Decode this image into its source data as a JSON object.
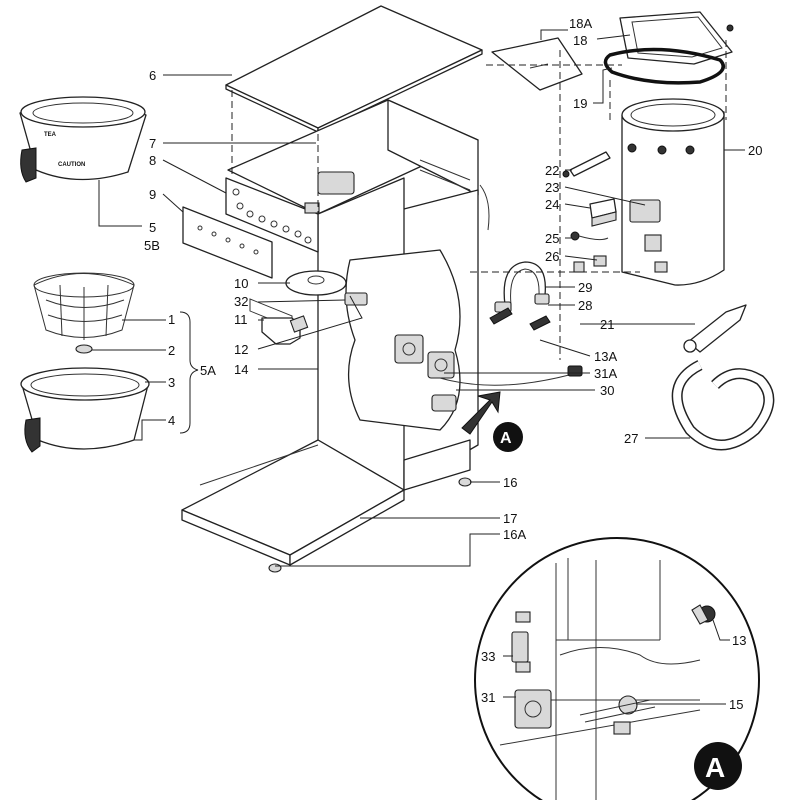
{
  "callouts": [
    {
      "id": "c6",
      "text": "6"
    },
    {
      "id": "c7",
      "text": "7"
    },
    {
      "id": "c8",
      "text": "8"
    },
    {
      "id": "c9",
      "text": "9"
    },
    {
      "id": "c5",
      "text": "5"
    },
    {
      "id": "c5b",
      "text": "5B"
    },
    {
      "id": "c10",
      "text": "10"
    },
    {
      "id": "c32",
      "text": "32"
    },
    {
      "id": "c11",
      "text": "11"
    },
    {
      "id": "c12",
      "text": "12"
    },
    {
      "id": "c14",
      "text": "14"
    },
    {
      "id": "c1",
      "text": "1"
    },
    {
      "id": "c2",
      "text": "2"
    },
    {
      "id": "c3",
      "text": "3"
    },
    {
      "id": "c4",
      "text": "4"
    },
    {
      "id": "c5a",
      "text": "5A"
    },
    {
      "id": "c18a",
      "text": "18A"
    },
    {
      "id": "c18",
      "text": "18"
    },
    {
      "id": "c19",
      "text": "19"
    },
    {
      "id": "c20",
      "text": "20"
    },
    {
      "id": "c22",
      "text": "22"
    },
    {
      "id": "c23",
      "text": "23"
    },
    {
      "id": "c24",
      "text": "24"
    },
    {
      "id": "c25",
      "text": "25"
    },
    {
      "id": "c26",
      "text": "26"
    },
    {
      "id": "c29",
      "text": "29"
    },
    {
      "id": "c28",
      "text": "28"
    },
    {
      "id": "c21",
      "text": "21"
    },
    {
      "id": "c13a",
      "text": "13A"
    },
    {
      "id": "c31a",
      "text": "31A"
    },
    {
      "id": "c30",
      "text": "30"
    },
    {
      "id": "c27",
      "text": "27"
    },
    {
      "id": "c16",
      "text": "16"
    },
    {
      "id": "c17",
      "text": "17"
    },
    {
      "id": "c16a",
      "text": "16A"
    },
    {
      "id": "c13",
      "text": "13"
    },
    {
      "id": "c33",
      "text": "33"
    },
    {
      "id": "c31",
      "text": "31"
    },
    {
      "id": "c15",
      "text": "15"
    }
  ],
  "detail_marker": "A",
  "funnel_labels": [
    "TEA",
    "CAUTION"
  ]
}
